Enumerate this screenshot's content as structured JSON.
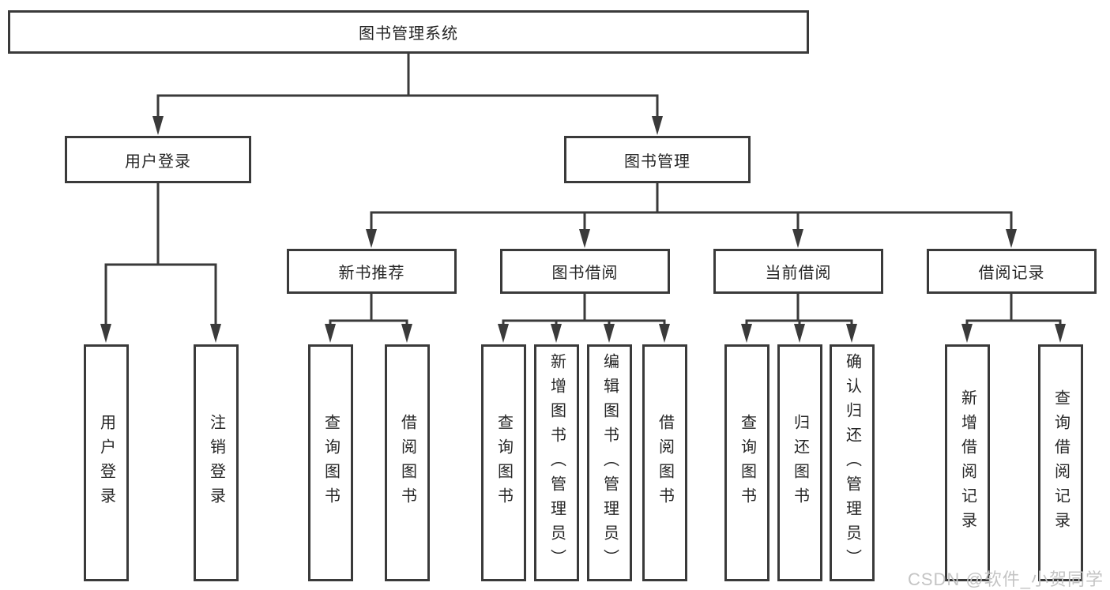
{
  "colors": {
    "line": "#3a3a3a",
    "box_border": "#3a3a3a",
    "text": "#262626",
    "background": "#ffffff",
    "watermark": "#c4c4c4"
  },
  "watermark": {
    "text": "CSDN @软件_小贺同学"
  },
  "tree": {
    "root": {
      "label": "图书管理系统"
    },
    "children": [
      {
        "label": "用户登录",
        "children": [
          {
            "label": "用户登录"
          },
          {
            "label": "注销登录"
          }
        ]
      },
      {
        "label": "图书管理",
        "children": [
          {
            "label": "新书推荐",
            "children": [
              {
                "label": "查询图书"
              },
              {
                "label": "借阅图书"
              }
            ]
          },
          {
            "label": "图书借阅",
            "children": [
              {
                "label": "查询图书"
              },
              {
                "label": "新增图书（管理员）"
              },
              {
                "label": "编辑图书（管理员）"
              },
              {
                "label": "借阅图书"
              }
            ]
          },
          {
            "label": "当前借阅",
            "children": [
              {
                "label": "查询图书"
              },
              {
                "label": "归还图书"
              },
              {
                "label": "确认归还（管理员）"
              }
            ]
          },
          {
            "label": "借阅记录",
            "children": [
              {
                "label": "新增借阅记录"
              },
              {
                "label": "查询借阅记录"
              }
            ]
          }
        ]
      }
    ]
  }
}
